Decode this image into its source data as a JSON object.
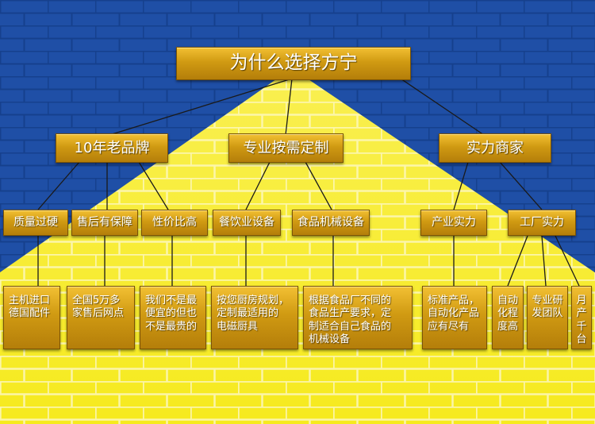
{
  "root": {
    "label": "为什么选择方宁"
  },
  "categories": [
    {
      "label": "10年老品牌",
      "items": [
        {
          "label": "质量过硬",
          "detail": "主机进口\n德国配件"
        },
        {
          "label": "售后有保障",
          "detail": "全国5万多\n家售后网点"
        },
        {
          "label": "性价比高",
          "detail": "我们不是最\n便宜的但也\n不是最贵的"
        }
      ]
    },
    {
      "label": "专业按需定制",
      "items": [
        {
          "label": "餐饮业设备",
          "detail": "按您厨房规划，\n定制最适用的\n电磁厨具"
        },
        {
          "label": "食品机械设备",
          "detail": "根据食品厂不同的\n食品生产要求，定\n制适合自己食品的\n机械设备"
        }
      ]
    },
    {
      "label": "实力商家",
      "items": [
        {
          "label": "产业实力",
          "detail": "标准产品，\n自动化产品\n应有尽有"
        },
        {
          "label": "工厂实力",
          "details": [
            "自动\n化程\n度高",
            "专业研\n发团队",
            "月\n产\n千台"
          ]
        }
      ]
    }
  ],
  "colors": {
    "background": "#1f4fa6",
    "spotlight": "#f6ea1e",
    "box": "#d09a12",
    "line": "#1a1a1a",
    "text": "#ffffff"
  }
}
